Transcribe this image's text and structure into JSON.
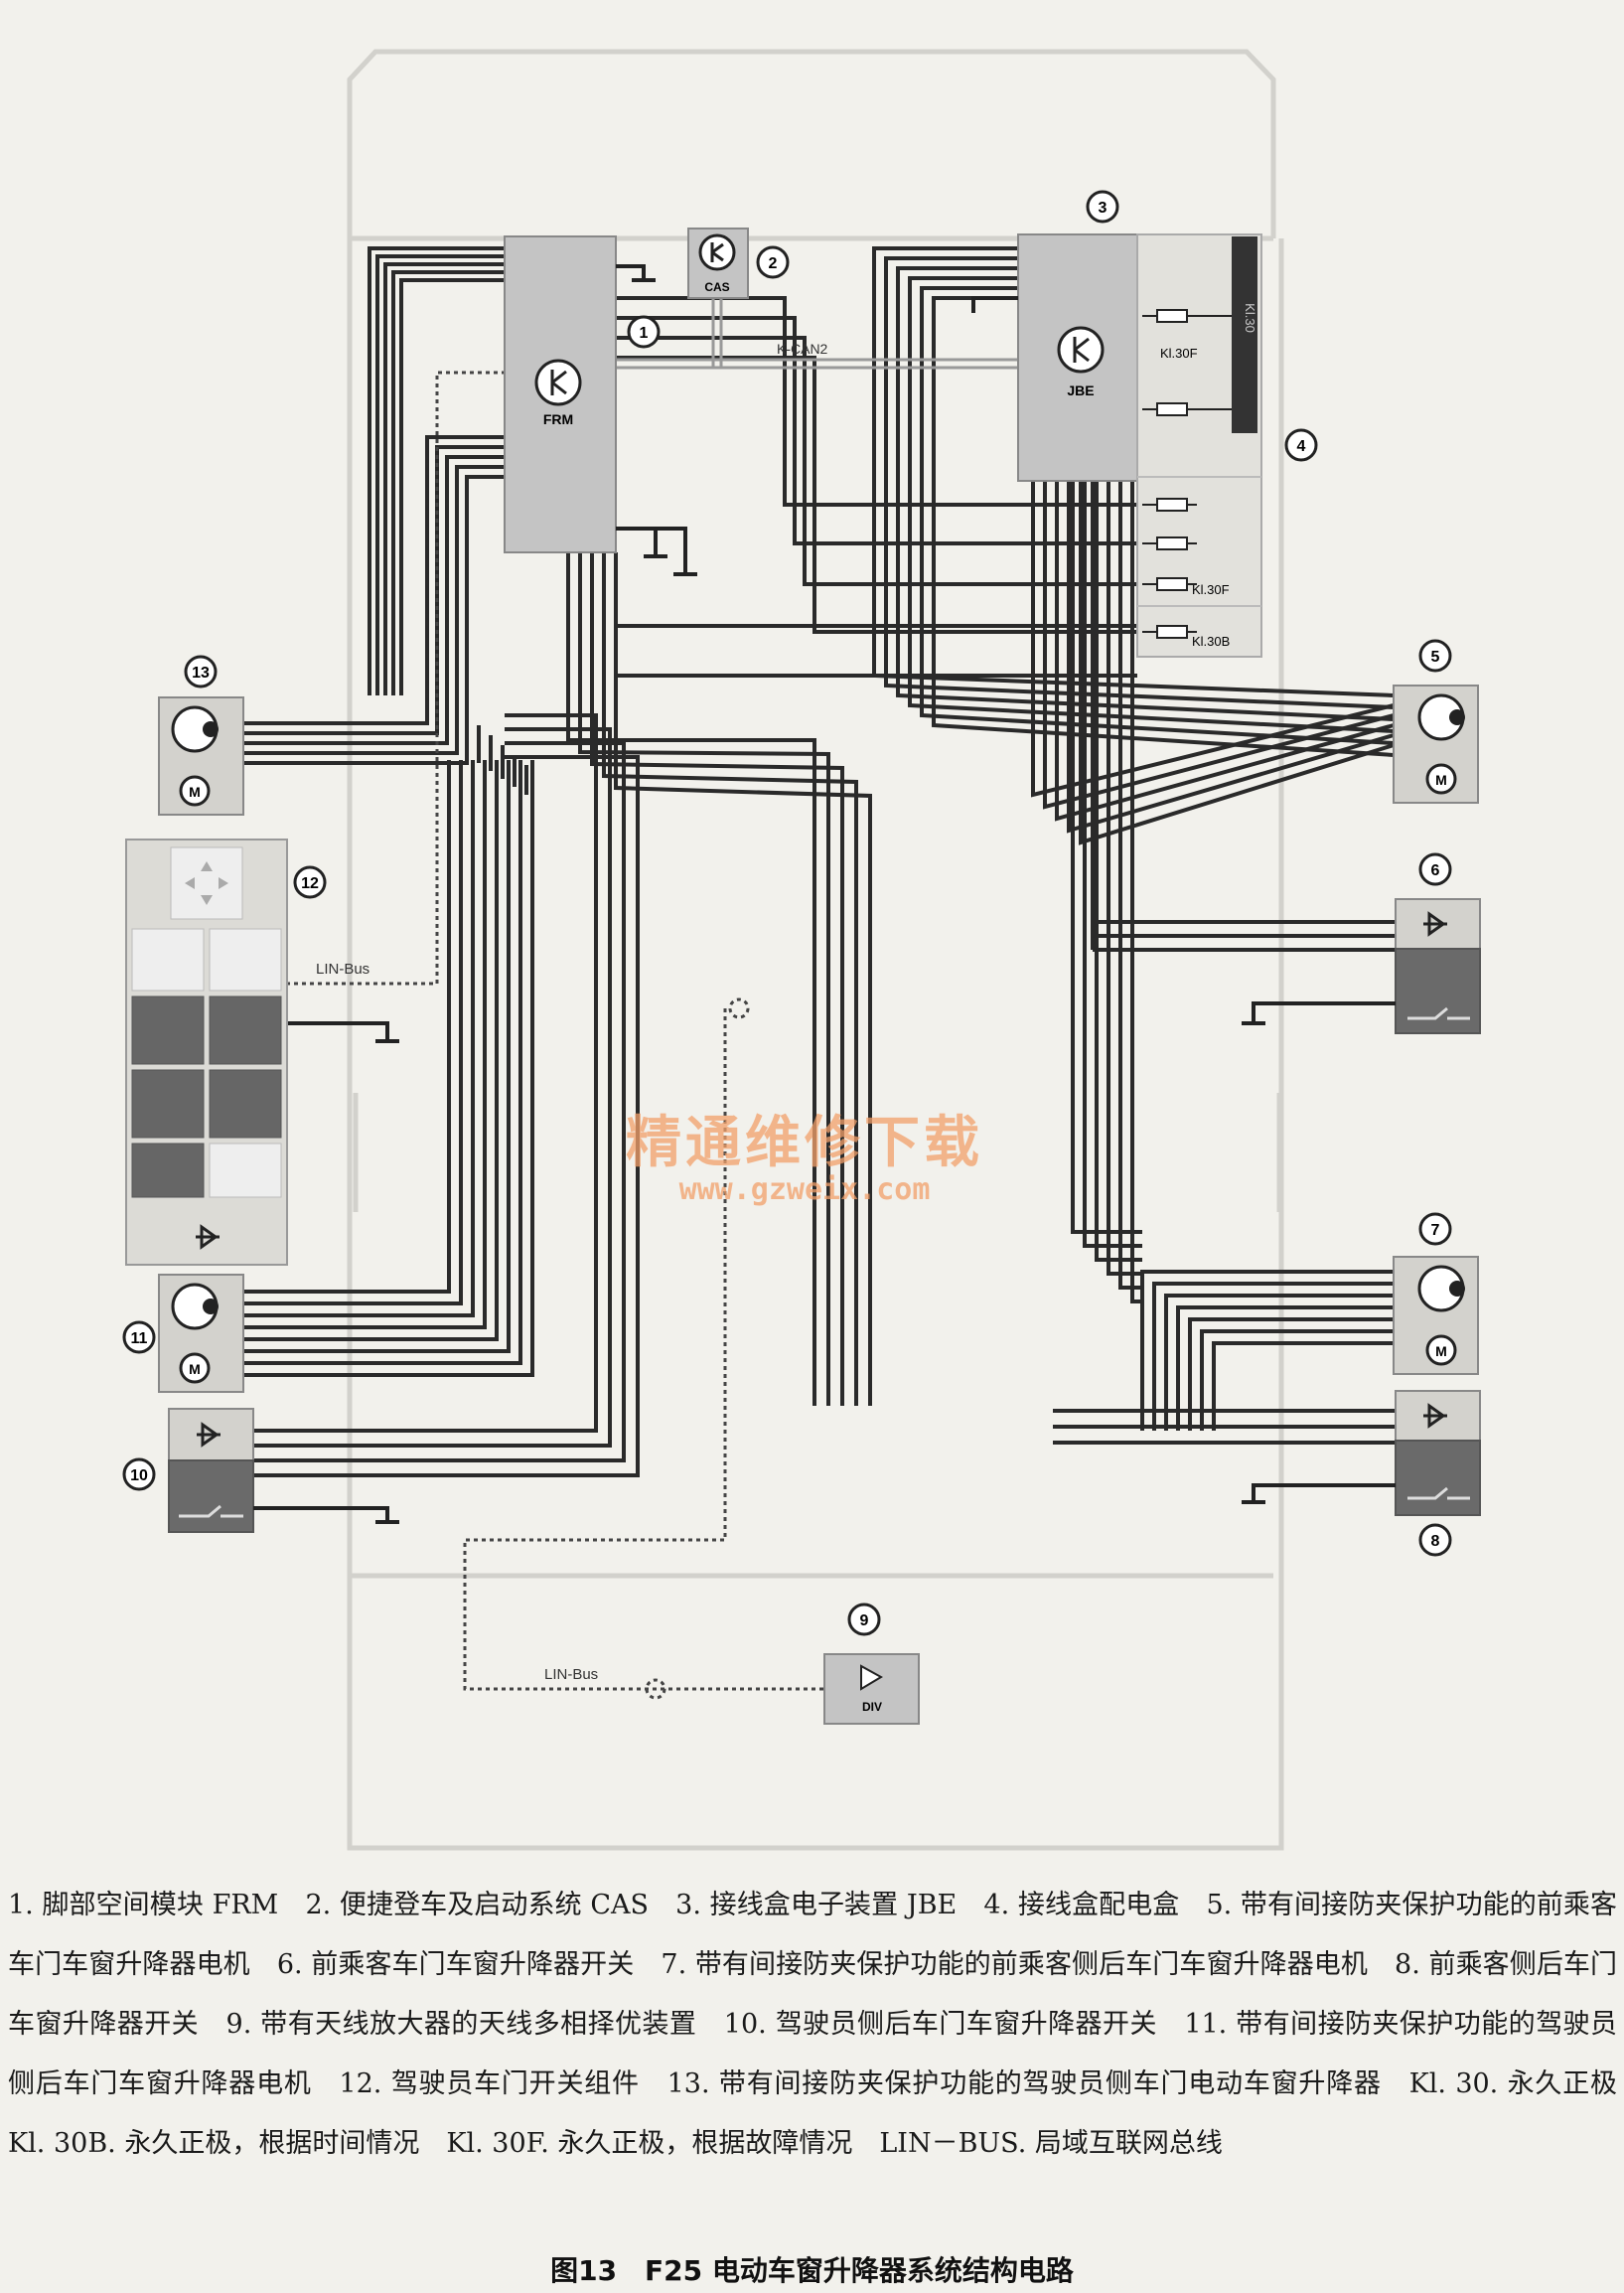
{
  "modules": {
    "frm": {
      "label": "FRM",
      "num": "1"
    },
    "cas": {
      "label": "CAS",
      "num": "2"
    },
    "jbe": {
      "label": "JBE",
      "num": "3"
    },
    "fusebox": {
      "num": "4",
      "kl30": "Kl.30",
      "kl30f_top": "Kl.30F",
      "kl30f": "Kl.30F",
      "kl30b": "Kl.30B"
    },
    "m5": {
      "num": "5"
    },
    "m6": {
      "num": "6"
    },
    "m7": {
      "num": "7"
    },
    "m8": {
      "num": "8"
    },
    "m9": {
      "num": "9",
      "label": "DIV"
    },
    "m10": {
      "num": "10"
    },
    "m11": {
      "num": "11"
    },
    "m12": {
      "num": "12"
    },
    "m13": {
      "num": "13"
    }
  },
  "bus": {
    "kcan2": "K-CAN2",
    "lin1": "LIN-Bus",
    "lin2": "LIN-Bus"
  },
  "icons": {
    "motor": "M",
    "hall": "hall-sensor-icon",
    "led": "led-icon",
    "switch": "switch-icon"
  },
  "watermark": {
    "cn": "精通维修下载",
    "url": "www.gzweix.com"
  },
  "caption": "1. 脚部空间模块 FRM　2. 便捷登车及启动系统 CAS　3. 接线盒电子装置 JBE　4. 接线盒配电盒　5. 带有间接防夹保护功能的前乘客车门车窗升降器电机　6. 前乘客车门车窗升降器开关　7. 带有间接防夹保护功能的前乘客侧后车门车窗升降器电机　8. 前乘客侧后车门车窗升降器开关　9. 带有天线放大器的天线多相择优装置　10. 驾驶员侧后车门车窗升降器开关　11. 带有间接防夹保护功能的驾驶员侧后车门车窗升降器电机　12. 驾驶员车门开关组件　13. 带有间接防夹保护功能的驾驶员侧车门电动车窗升降器　Kl. 30. 永久正极　Kl. 30B. 永久正极，根据时间情况　Kl. 30F. 永久正极，根据故障情况　LIN－BUS. 局域互联网总线",
  "figure_title": "图13　F25 电动车窗升降器系统结构电路",
  "colors": {
    "module": "#c4c4c4",
    "panel": "#e2e1dc",
    "wire": "#2a2a2a",
    "dark": "#555555",
    "watermark": "#f2a06a"
  }
}
